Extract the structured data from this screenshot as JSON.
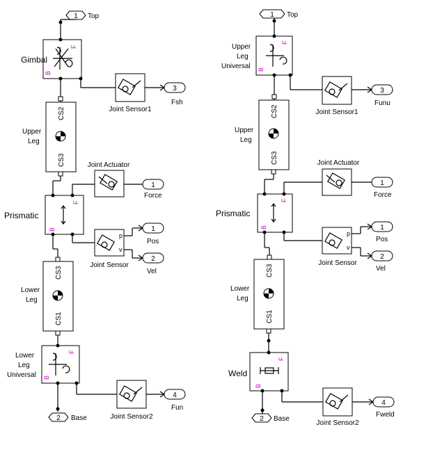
{
  "left": {
    "top_port": {
      "num": "1",
      "label": "Top"
    },
    "gimbal": {
      "label": "Gimbal",
      "b": "B",
      "f": "F"
    },
    "sensor1": {
      "label": "Joint Sensor1",
      "out_num": "3",
      "out_label": "Fsh"
    },
    "upper_leg": {
      "label_line1": "Upper",
      "label_line2": "Leg",
      "cs_top": "CS2",
      "cs_bottom": "CS3"
    },
    "actuator": {
      "label": "Joint Actuator",
      "in_num": "1",
      "in_label": "Force"
    },
    "prismatic": {
      "label": "Prismatic",
      "b": "B",
      "f": "F"
    },
    "sensor": {
      "label": "Joint Sensor",
      "p": "p",
      "v": "v",
      "pos_num": "1",
      "pos_label": "Pos",
      "vel_num": "2",
      "vel_label": "Vel"
    },
    "lower_leg": {
      "label_line1": "Lower",
      "label_line2": "Leg",
      "cs_top": "CS3",
      "cs_bottom": "CS1"
    },
    "lower_universal": {
      "label_line1": "Lower",
      "label_line2": "Leg",
      "label_line3": "Universal",
      "b": "B",
      "f": "F"
    },
    "sensor2": {
      "label": "Joint Sensor2",
      "out_num": "4",
      "out_label": "Fun"
    },
    "base_port": {
      "num": "2",
      "label": "Base"
    }
  },
  "right": {
    "top_port": {
      "num": "1",
      "label": "Top"
    },
    "upper_universal": {
      "label_line1": "Upper",
      "label_line2": "Leg",
      "label_line3": "Universal",
      "b": "B",
      "f": "F"
    },
    "sensor1": {
      "label": "Joint Sensor1",
      "out_num": "3",
      "out_label": "Funu"
    },
    "upper_leg": {
      "label_line1": "Upper",
      "label_line2": "Leg",
      "cs_top": "CS2",
      "cs_bottom": "CS3"
    },
    "actuator": {
      "label": "Joint Actuator",
      "in_num": "1",
      "in_label": "Force"
    },
    "prismatic": {
      "label": "Prismatic",
      "b": "B",
      "f": "F"
    },
    "sensor": {
      "label": "Joint Sensor",
      "p": "p",
      "v": "v",
      "pos_num": "1",
      "pos_label": "Pos",
      "vel_num": "2",
      "vel_label": "Vel"
    },
    "lower_leg": {
      "label_line1": "Lower",
      "label_line2": "Leg",
      "cs_top": "CS3",
      "cs_bottom": "CS1"
    },
    "weld": {
      "label": "Weld",
      "b": "B",
      "f": "F"
    },
    "sensor2": {
      "label": "Joint Sensor2",
      "out_num": "4",
      "out_label": "Fweld"
    },
    "base_port": {
      "num": "2",
      "label": "Base"
    }
  }
}
